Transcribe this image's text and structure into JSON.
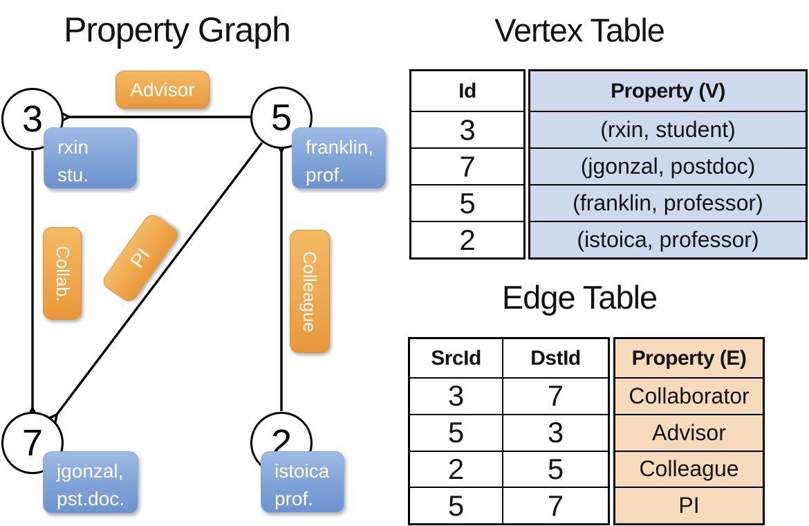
{
  "graph": {
    "title": "Property Graph",
    "vertices": [
      {
        "id": "3",
        "line1": "rxin",
        "line2": "stu."
      },
      {
        "id": "5",
        "line1": "franklin,",
        "line2": "prof."
      },
      {
        "id": "7",
        "line1": "jgonzal,",
        "line2": "pst.doc."
      },
      {
        "id": "2",
        "line1": "istoica",
        "line2": "prof."
      }
    ],
    "edge_labels": {
      "advisor": "Advisor",
      "collab": "Collab.",
      "pi": "PI",
      "colleague": "Colleague"
    }
  },
  "vertex_table": {
    "title": "Vertex Table",
    "columns": {
      "id": "Id",
      "property": "Property (V)"
    },
    "rows": [
      {
        "id": "3",
        "property": "(rxin, student)"
      },
      {
        "id": "7",
        "property": "(jgonzal, postdoc)"
      },
      {
        "id": "5",
        "property": "(franklin, professor)"
      },
      {
        "id": "2",
        "property": "(istoica, professor)"
      }
    ]
  },
  "edge_table": {
    "title": "Edge Table",
    "columns": {
      "src": "SrcId",
      "dst": "DstId",
      "property": "Property (E)"
    },
    "rows": [
      {
        "src": "3",
        "dst": "7",
        "property": "Collaborator"
      },
      {
        "src": "5",
        "dst": "3",
        "property": "Advisor"
      },
      {
        "src": "2",
        "dst": "5",
        "property": "Colleague"
      },
      {
        "src": "5",
        "dst": "7",
        "property": "PI"
      }
    ]
  },
  "colors": {
    "orange_label": "#efa84e",
    "blue_node": "#84a6da",
    "vertex_property_fill": "#cfd9ee",
    "edge_property_fill": "#f5dbbc",
    "edge_line": "#000000",
    "text_on_boxes": "#ffffff"
  }
}
